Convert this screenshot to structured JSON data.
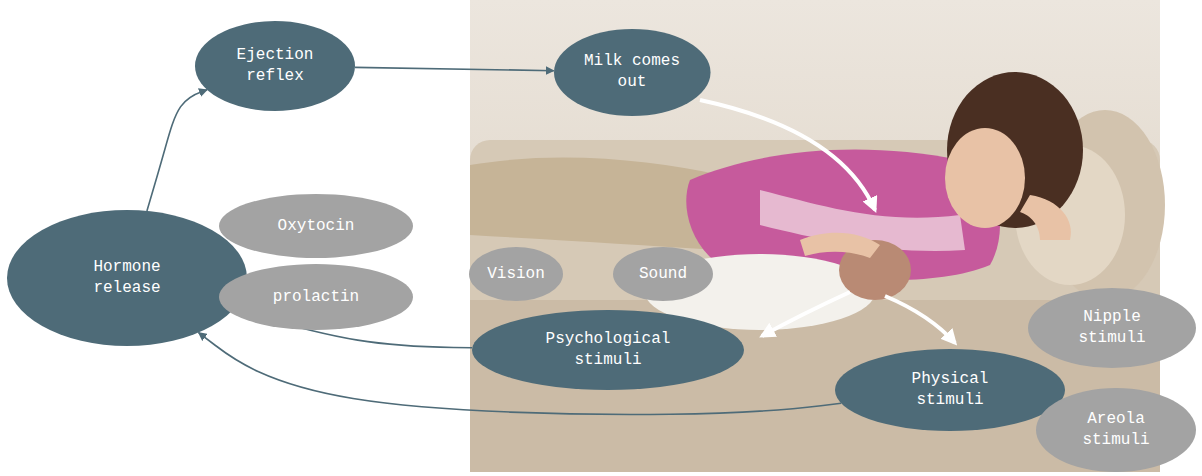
{
  "diagram": {
    "nodes": [
      {
        "text": [
          "Ejection reflex"
        ]
      },
      {
        "text": [
          "Milk comes out"
        ]
      },
      {
        "text": [
          "Hormone release"
        ]
      },
      {
        "text": [
          "Oxytocin"
        ]
      },
      {
        "text": [
          "prolactin"
        ]
      },
      {
        "text": [
          "Vision"
        ]
      },
      {
        "text": [
          "Sound"
        ]
      },
      {
        "text": [
          "Psychological stimuli"
        ]
      },
      {
        "text": [
          "Physical stimuli"
        ]
      },
      {
        "text": [
          "Nipple stimuli"
        ]
      },
      {
        "text": [
          "Areola stimuli"
        ]
      }
    ],
    "edges": [
      {
        "from": 2,
        "to": 0,
        "arrow": "to"
      },
      {
        "from": 0,
        "to": 1,
        "arrow": "to"
      },
      {
        "from": 7,
        "to": 2,
        "arrow": "to"
      },
      {
        "from": 8,
        "to": 2,
        "arrow": "to"
      }
    ]
  }
}
